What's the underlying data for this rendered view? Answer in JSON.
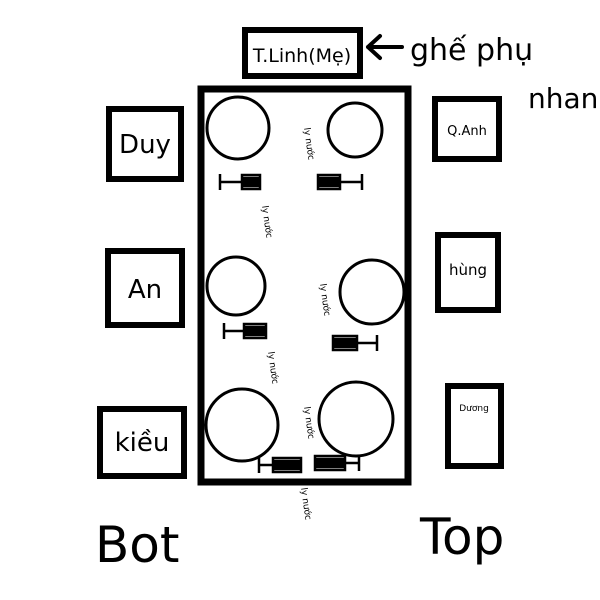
{
  "head_seat": {
    "name": "T.Linh(Mẹ)"
  },
  "arrow_note": {
    "line1": "ghế phụ",
    "line2": "nhan"
  },
  "left_seats": [
    {
      "name": "Duy"
    },
    {
      "name": "An"
    },
    {
      "name": "kiều"
    }
  ],
  "right_seats": [
    {
      "name": "Q.Anh"
    },
    {
      "name": "hùng"
    },
    {
      "name": "Dương"
    }
  ],
  "glass_label": "ly nước",
  "footer": {
    "left": "Bot",
    "right": "Top"
  }
}
